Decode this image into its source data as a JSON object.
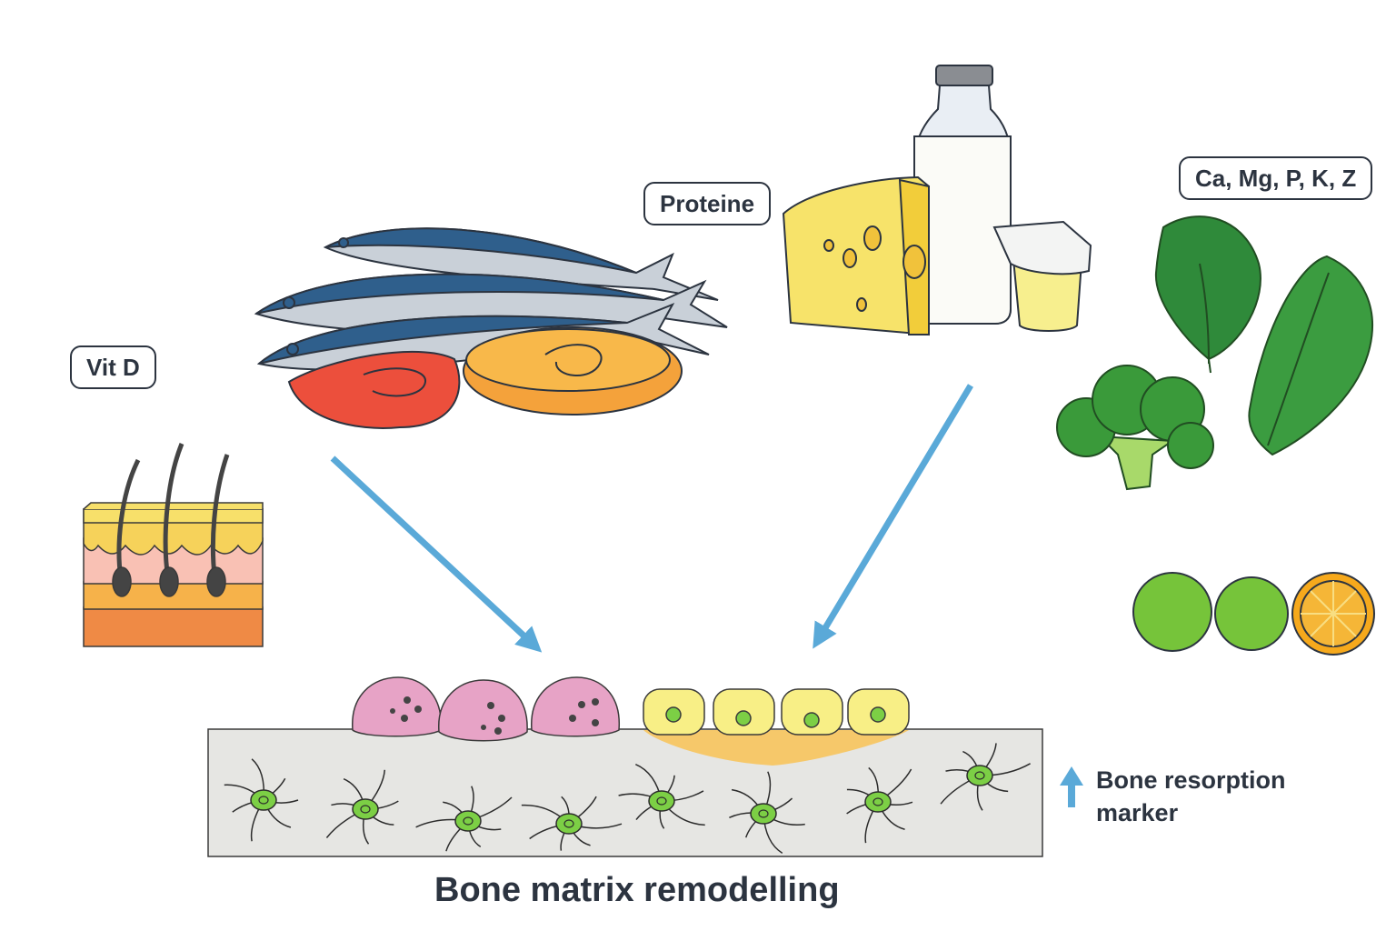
{
  "labels": {
    "vit_d": "Vit D",
    "proteine": "Proteine",
    "minerals": "Ca, Mg, P, K, Z"
  },
  "caption": "Bone matrix remodelling",
  "legend": {
    "text": "Bone resorption marker",
    "arrow_color": "#5aa9d8"
  },
  "colors": {
    "arrow": "#5aa9d8",
    "osteoclast": "#e7a3c6",
    "osteoblast": "#f8ef86",
    "osteocyte": "#7ccf45",
    "matrix": "#e6e6e3"
  },
  "icons": [
    "skin-section-icon",
    "fish-icon",
    "salmon-steak-icon",
    "cheese-icon",
    "milk-bottle-icon",
    "yogurt-icon",
    "spinach-icon",
    "broccoli-icon",
    "lime-icon",
    "orange-slice-icon"
  ]
}
